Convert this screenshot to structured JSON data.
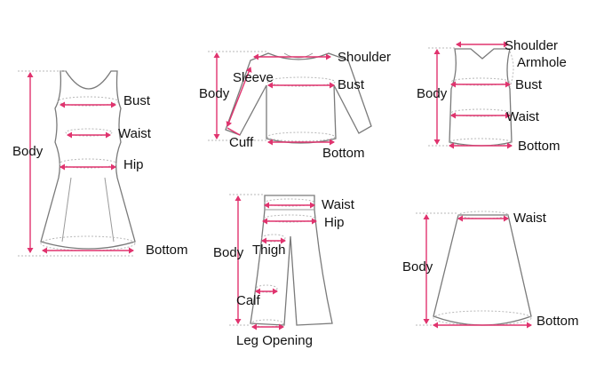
{
  "colors": {
    "outline": "#7a7a7a",
    "measure": "#e0336e",
    "guide": "#b8b8b8",
    "text": "#111111"
  },
  "dress": {
    "bust": "Bust",
    "waist": "Waist",
    "hip": "Hip",
    "body": "Body",
    "bottom": "Bottom"
  },
  "jacket": {
    "shoulder": "Shoulder",
    "sleeve": "Sleeve",
    "body": "Body",
    "bust": "Bust",
    "cuff": "Cuff",
    "bottom": "Bottom"
  },
  "vest": {
    "shoulder": "Shoulder",
    "armhole": "Armhole",
    "body": "Body",
    "bust": "Bust",
    "waist": "Waist",
    "bottom": "Bottom"
  },
  "pants": {
    "waist": "Waist",
    "hip": "Hip",
    "body": "Body",
    "thigh": "Thigh",
    "calf": "Calf",
    "leg_opening": "Leg Opening"
  },
  "skirt": {
    "waist": "Waist",
    "body": "Body",
    "bottom": "Bottom"
  }
}
